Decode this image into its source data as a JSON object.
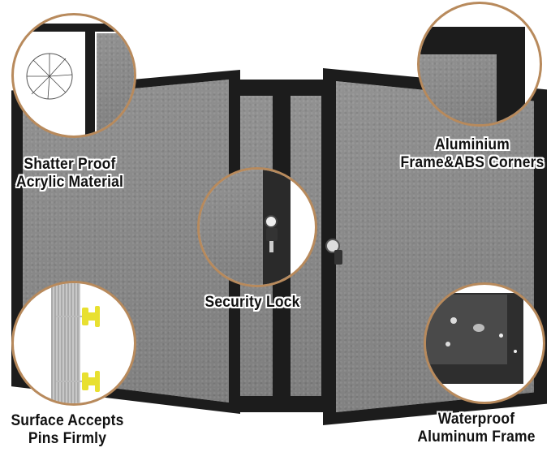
{
  "product": "Enclosed bulletin board / lockable display case with two doors",
  "colors": {
    "frame": "#1c1c1c",
    "felt": "#8a8a8a",
    "callout_ring": "#b88a5c",
    "label_text": "#111111",
    "pin_yellow": "#e8e030",
    "background": "#ffffff"
  },
  "callouts": [
    {
      "id": "shatter-proof",
      "line1": "Shatter Proof",
      "line2": "Acrylic Material",
      "icon": "cracked-glass-icon"
    },
    {
      "id": "aluminium-frame",
      "line1": "Aluminium",
      "line2": "Frame&ABS Corners",
      "icon": "frame-corner-icon"
    },
    {
      "id": "security-lock",
      "line1": "Security Lock",
      "icon": "lock-key-icon"
    },
    {
      "id": "pins",
      "line1": "Surface Accepts",
      "line2": "Pins Firmly",
      "icon": "push-pin-icon"
    },
    {
      "id": "waterproof",
      "line1": "Waterproof",
      "line2": "Aluminum Frame",
      "icon": "water-drops-icon"
    }
  ]
}
